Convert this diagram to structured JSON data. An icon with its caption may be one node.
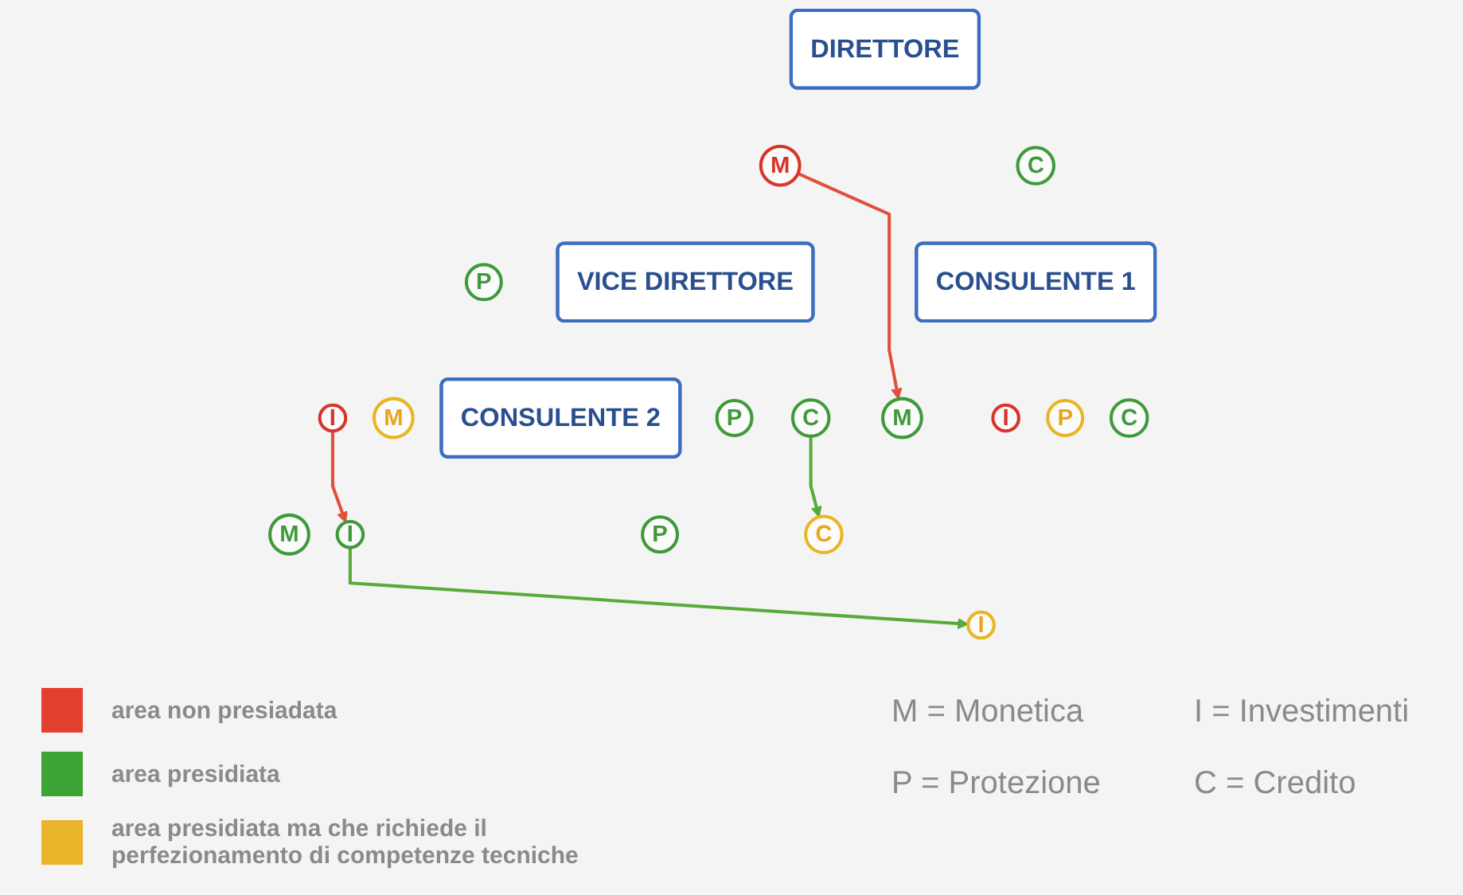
{
  "diagram": {
    "nodes": [
      {
        "text": [
          "DIRETTORE"
        ]
      },
      {
        "text": [
          "M"
        ]
      },
      {
        "text": [
          "I"
        ]
      },
      {
        "text": [
          "P"
        ]
      },
      {
        "text": [
          "C"
        ]
      },
      {
        "text": [
          "VICE DIRETTORE"
        ]
      },
      {
        "text": [
          "CONSULENTE 1"
        ]
      },
      {
        "text": [
          "CONSULENTE 2"
        ]
      },
      {
        "text": [
          "M"
        ]
      },
      {
        "text": [
          "I"
        ]
      },
      {
        "text": [
          "P"
        ]
      },
      {
        "text": [
          "C"
        ]
      },
      {
        "text": [
          "M"
        ]
      },
      {
        "text": [
          "I"
        ]
      },
      {
        "text": [
          "P"
        ]
      },
      {
        "text": [
          "C"
        ]
      },
      {
        "text": [
          "M"
        ]
      },
      {
        "text": [
          "I"
        ]
      },
      {
        "text": [
          "P"
        ]
      },
      {
        "text": [
          "C"
        ]
      }
    ],
    "edges": [
      {
        "from": 1,
        "to": 12,
        "arrow": "to",
        "color": "#e0503a"
      },
      {
        "from": 17,
        "to": 2,
        "arrow": "to",
        "color": "#5aaa3a"
      },
      {
        "from": 9,
        "to": 17,
        "arrow": "to",
        "color": "#e0503a"
      },
      {
        "from": 11,
        "to": 19,
        "arrow": "to",
        "color": "#5aaa3a"
      }
    ],
    "labels": [
      "M = Monetica",
      "I = Investimenti",
      "P = Protezione",
      "C = Credito"
    ],
    "legend": [
      {
        "text": "area non presiadata",
        "color": "#e3402f"
      },
      {
        "text": "area presidiata",
        "color": "#3da335"
      },
      {
        "text": "area presidiata ma che richiede il perfezionamento di competenze tecniche",
        "color": "#eab52a"
      }
    ]
  }
}
